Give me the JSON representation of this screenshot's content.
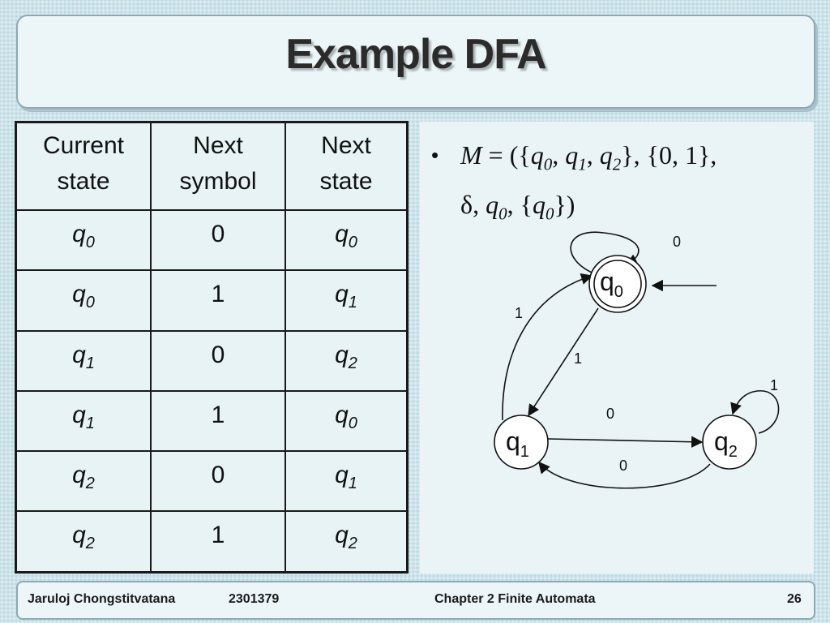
{
  "slide": {
    "title": "Example DFA",
    "tuple_bullet": "•"
  },
  "table": {
    "headers": [
      [
        "Current",
        "state"
      ],
      [
        "Next",
        "symbol"
      ],
      [
        "Next",
        "state"
      ]
    ],
    "rows": [
      {
        "cur": "q",
        "cur_sub": "0",
        "sym": "0",
        "next": "q",
        "next_sub": "0"
      },
      {
        "cur": "q",
        "cur_sub": "0",
        "sym": "1",
        "next": "q",
        "next_sub": "1"
      },
      {
        "cur": "q",
        "cur_sub": "1",
        "sym": "0",
        "next": "q",
        "next_sub": "2"
      },
      {
        "cur": "q",
        "cur_sub": "1",
        "sym": "1",
        "next": "q",
        "next_sub": "0"
      },
      {
        "cur": "q",
        "cur_sub": "2",
        "sym": "0",
        "next": "q",
        "next_sub": "1"
      },
      {
        "cur": "q",
        "cur_sub": "2",
        "sym": "1",
        "next": "q",
        "next_sub": "2"
      }
    ]
  },
  "diagram": {
    "states": {
      "q0": {
        "label": "q",
        "sub": "0",
        "accepting": true,
        "start": true
      },
      "q1": {
        "label": "q",
        "sub": "1"
      },
      "q2": {
        "label": "q",
        "sub": "2"
      }
    },
    "edge_labels": {
      "q0_self": "0",
      "q1_to_q0": "1",
      "q0_to_q1": "1",
      "q2_self": "1",
      "q1_to_q2": "0",
      "q2_to_q1": "0"
    }
  },
  "footer": {
    "author": "Jaruloj Chongstitvatana",
    "course": "2301379",
    "chapter": "Chapter 2 Finite Automata",
    "page": "26"
  }
}
